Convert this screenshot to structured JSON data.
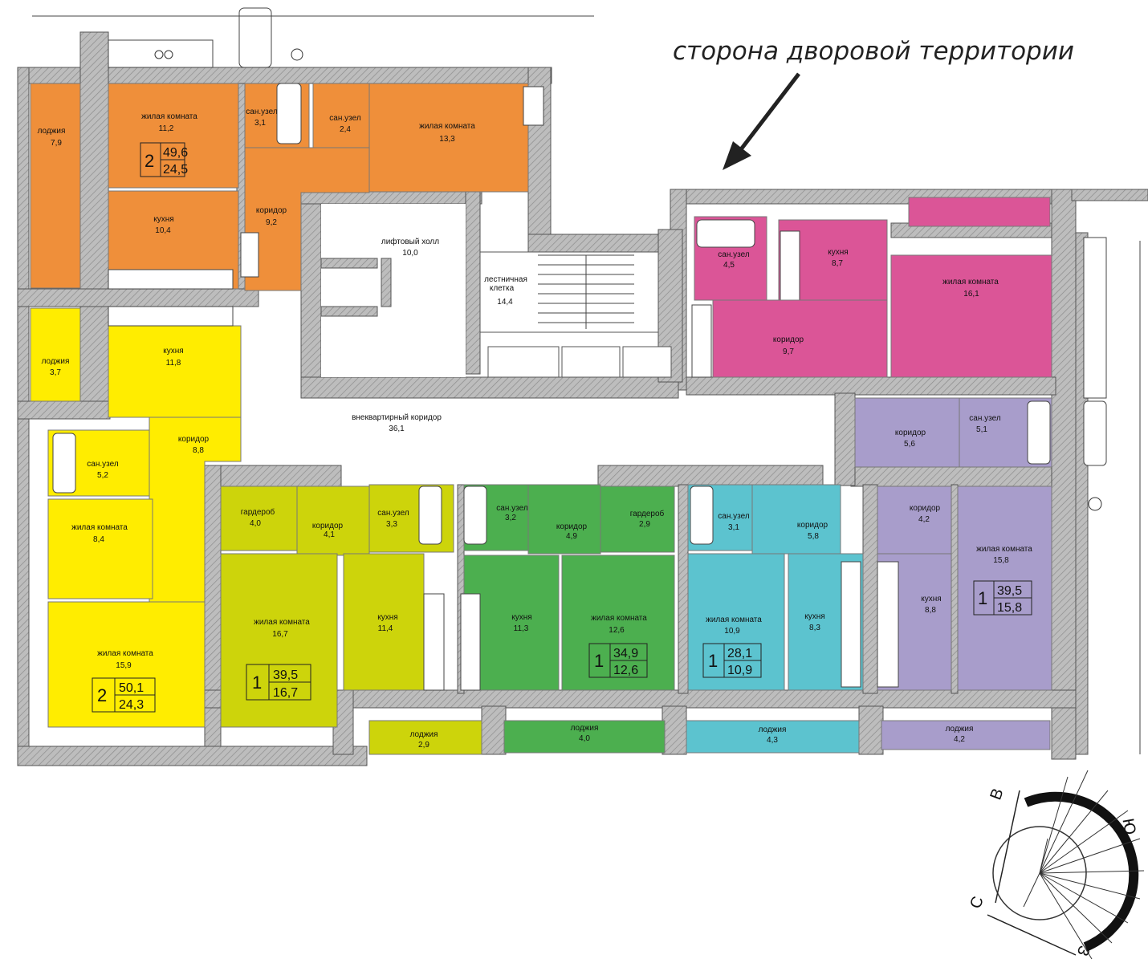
{
  "header": {
    "courtyard_side": "сторона дворовой территории"
  },
  "colors": {
    "orange": "#ef8f3a",
    "yellow": "#ffed00",
    "lime": "#cdd40b",
    "green": "#4caf4f",
    "cyan": "#5cc3cf",
    "magenta": "#db5597",
    "lavender": "#a89dcb",
    "wall": "#b4b4b4",
    "wall_edge": "#555555"
  },
  "rooms": {
    "o_loggia": {
      "name": "лоджия",
      "area": "7,9"
    },
    "o_living1": {
      "name": "жилая комната",
      "area": "11,2"
    },
    "o_wc1": {
      "name": "сан.узел",
      "area": "3,1"
    },
    "o_wc2": {
      "name": "сан.узел",
      "area": "2,4"
    },
    "o_living2": {
      "name": "жилая комната",
      "area": "13,3"
    },
    "o_kitchen": {
      "name": "кухня",
      "area": "10,4"
    },
    "o_corridor": {
      "name": "коридор",
      "area": "9,2"
    },
    "lift_hall": {
      "name": "лифтовый холл",
      "area": "10,0"
    },
    "stair_1": {
      "name": "лестничная"
    },
    "stair_2": {
      "name": "клетка",
      "area": "14,4"
    },
    "common_corridor": {
      "name": "внеквартирный коридор",
      "area": "36,1"
    },
    "y_loggia": {
      "name": "лоджия",
      "area": "3,7"
    },
    "y_kitchen": {
      "name": "кухня",
      "area": "11,8"
    },
    "y_corridor": {
      "name": "коридор",
      "area": "8,8"
    },
    "y_wc": {
      "name": "сан.узел",
      "area": "5,2"
    },
    "y_living1": {
      "name": "жилая комната",
      "area": "8,4"
    },
    "y_living2": {
      "name": "жилая комната",
      "area": "15,9"
    },
    "l_wardrobe": {
      "name": "гардероб",
      "area": "4,0"
    },
    "l_corridor": {
      "name": "коридор",
      "area": "4,1"
    },
    "l_wc": {
      "name": "сан.узел",
      "area": "3,3"
    },
    "l_living": {
      "name": "жилая комната",
      "area": "16,7"
    },
    "l_kitchen": {
      "name": "кухня",
      "area": "11,4"
    },
    "l_loggia": {
      "name": "лоджия",
      "area": "2,9"
    },
    "g_wc": {
      "name": "сан.узел",
      "area": "3,2"
    },
    "g_corridor": {
      "name": "коридор",
      "area": "4,9"
    },
    "g_wardrobe": {
      "name": "гардероб",
      "area": "2,9"
    },
    "g_kitchen": {
      "name": "кухня",
      "area": "11,3"
    },
    "g_living": {
      "name": "жилая комната",
      "area": "12,6"
    },
    "g_loggia": {
      "name": "лоджия",
      "area": "4,0"
    },
    "c_wc": {
      "name": "сан.узел",
      "area": "3,1"
    },
    "c_corridor": {
      "name": "коридор",
      "area": "5,8"
    },
    "c_living": {
      "name": "жилая комната",
      "area": "10,9"
    },
    "c_kitchen": {
      "name": "кухня",
      "area": "8,3"
    },
    "c_loggia": {
      "name": "лоджия",
      "area": "4,3"
    },
    "m_wc": {
      "name": "сан.узел",
      "area": "4,5"
    },
    "m_kitchen": {
      "name": "кухня",
      "area": "8,7"
    },
    "m_living": {
      "name": "жилая комната",
      "area": "16,1"
    },
    "m_corridor": {
      "name": "коридор",
      "area": "9,7"
    },
    "v_corridor1": {
      "name": "коридор",
      "area": "5,6"
    },
    "v_wc": {
      "name": "сан.узел",
      "area": "5,1"
    },
    "v_corridor2": {
      "name": "коридор",
      "area": "4,2"
    },
    "v_living": {
      "name": "жилая комната",
      "area": "15,8"
    },
    "v_kitchen": {
      "name": "кухня",
      "area": "8,8"
    },
    "v_loggia": {
      "name": "лоджия",
      "area": "4,2"
    }
  },
  "apartments": {
    "orange": {
      "rooms": "2",
      "total": "49,6",
      "living": "24,5"
    },
    "yellow": {
      "rooms": "2",
      "total": "50,1",
      "living": "24,3"
    },
    "lime": {
      "rooms": "1",
      "total": "39,5",
      "living": "16,7"
    },
    "green": {
      "rooms": "1",
      "total": "34,9",
      "living": "12,6"
    },
    "cyan": {
      "rooms": "1",
      "total": "28,1",
      "living": "10,9"
    },
    "lavender": {
      "rooms": "1",
      "total": "39,5",
      "living": "15,8"
    }
  },
  "compass": {
    "east": "В",
    "south": "Ю",
    "north": "С",
    "west": "З"
  }
}
